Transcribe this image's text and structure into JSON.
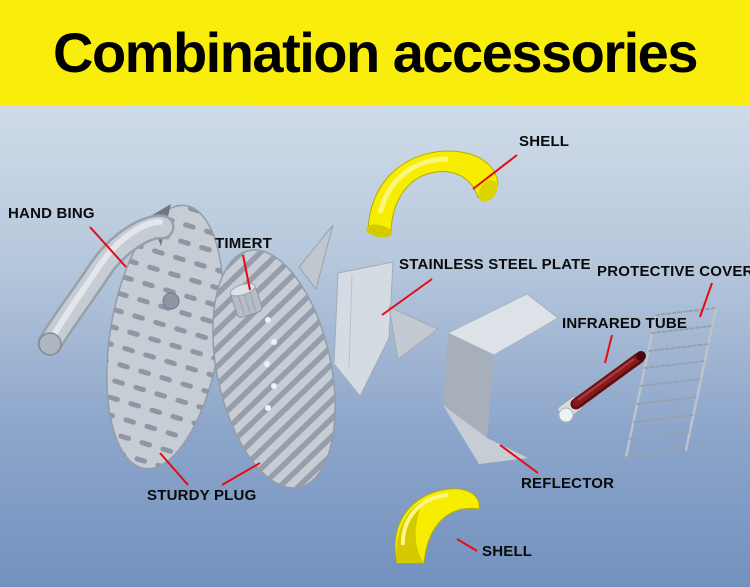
{
  "banner": {
    "title": "Combination accessories",
    "background": "#f9ed0c",
    "text_color": "#000000"
  },
  "labels": {
    "shell_top": "SHELL",
    "hand_bing": "HAND BING",
    "timert": "TIMERT",
    "stainless_steel_plate": "STAINLESS STEEL PLATE",
    "protective_cover": "PROTECTIVE COVER",
    "infrared_tube": "INFRARED TUBE",
    "reflector": "REFLECTOR",
    "sturdy_plug": "STURDY PLUG",
    "shell_bottom": "SHELL"
  },
  "colors": {
    "leader_line": "#e60b12",
    "shell_yellow": "#f6ed00",
    "infrared_tube_red": "#8a191c",
    "metal_gray": "#c7cdd5",
    "background_top": "#cfdbe9",
    "background_bottom": "#7391bf"
  }
}
